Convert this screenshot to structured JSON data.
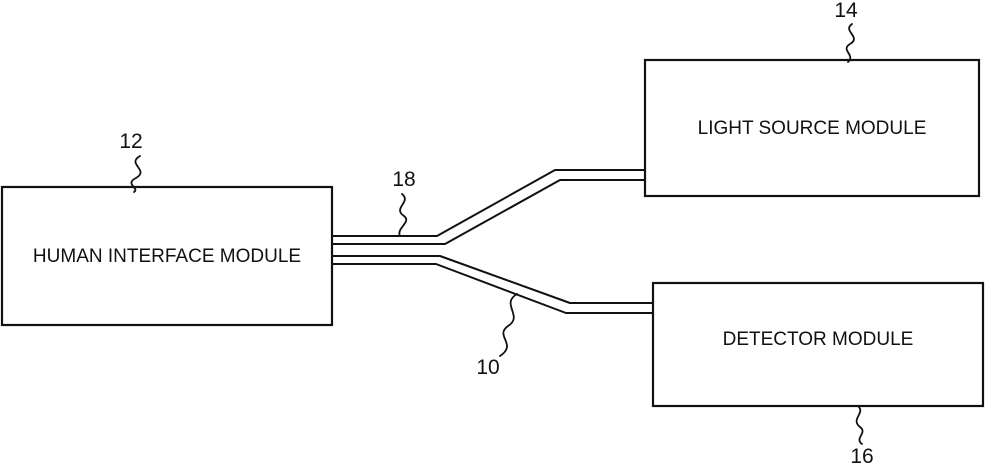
{
  "modules": {
    "human_interface": {
      "label": "HUMAN INTERFACE MODULE",
      "ref": "12"
    },
    "light_source": {
      "label": "LIGHT SOURCE MODULE",
      "ref": "14"
    },
    "detector": {
      "label": "DETECTOR MODULE",
      "ref": "16"
    }
  },
  "fiber": {
    "bundle_ref": "10",
    "trunk_ref": "18"
  }
}
